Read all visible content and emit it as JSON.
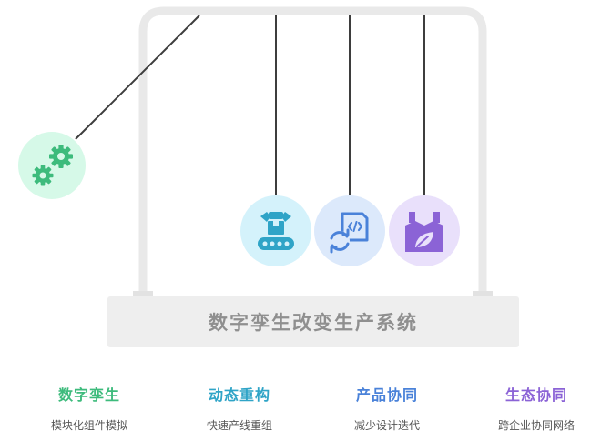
{
  "title": "数字孪生改变生产系统",
  "items": [
    {
      "title": "数字孪生",
      "subtitle": "模块化组件模拟",
      "color": "#3dbb7c",
      "bg": "#d6f9e8",
      "icon": "gears-icon"
    },
    {
      "title": "动态重构",
      "subtitle": "快速产线重组",
      "color": "#2fa4c7",
      "bg": "#d4f2fb",
      "icon": "robot-arm-conveyor-icon"
    },
    {
      "title": "产品协同",
      "subtitle": "减少设计迭代",
      "color": "#4a82d9",
      "bg": "#dce9fb",
      "icon": "code-sync-icon"
    },
    {
      "title": "生态协同",
      "subtitle": "跨企业协同网络",
      "color": "#8b63d6",
      "bg": "#e9e0fb",
      "icon": "eco-factory-icon"
    }
  ]
}
